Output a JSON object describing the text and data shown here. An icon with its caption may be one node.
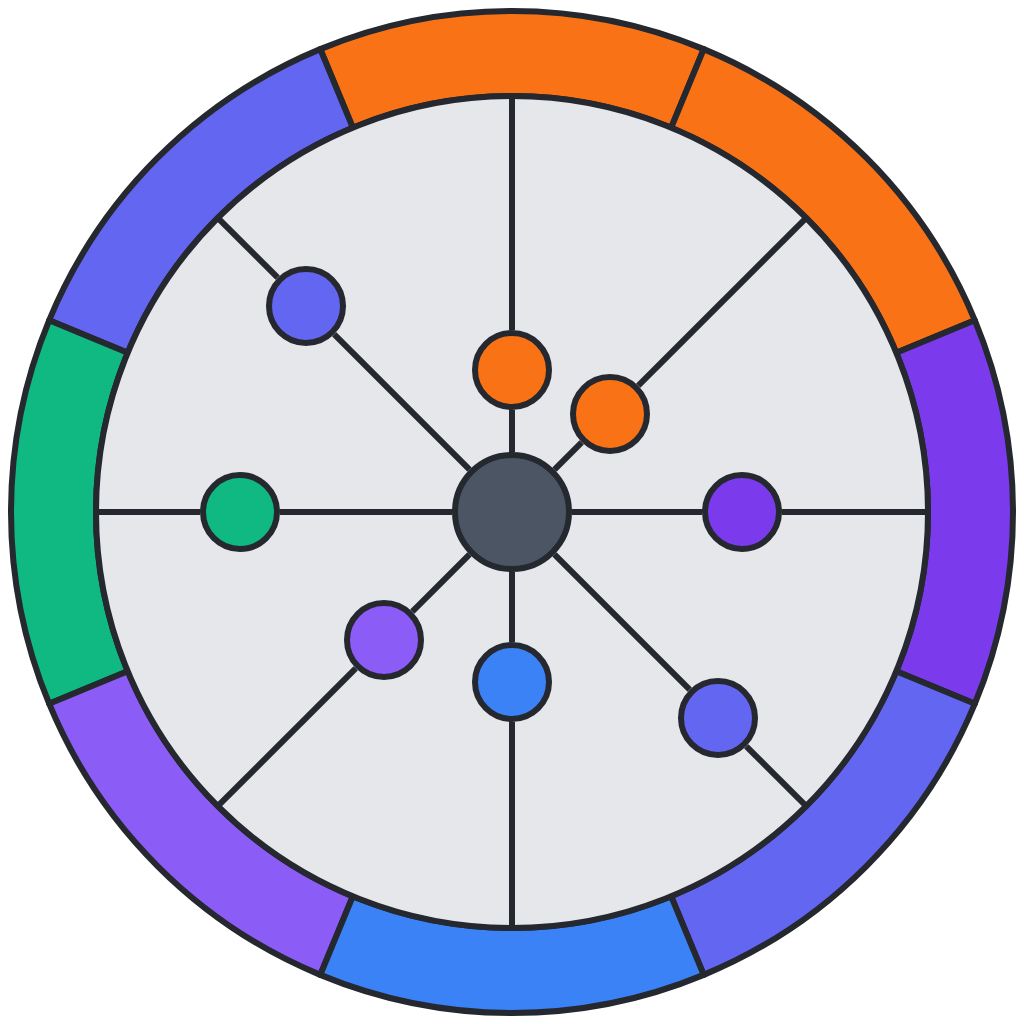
{
  "diagram": {
    "nodes": [
      {
        "text": [],
        "shape": "circle"
      },
      {
        "text": [],
        "shape": "circle"
      },
      {
        "text": [],
        "shape": "circle"
      },
      {
        "text": [],
        "shape": "circle"
      },
      {
        "text": [],
        "shape": "circle"
      },
      {
        "text": [],
        "shape": "circle"
      },
      {
        "text": [],
        "shape": "circle"
      },
      {
        "text": [],
        "shape": "circle"
      },
      {
        "text": [],
        "shape": "circle"
      },
      {
        "text": [],
        "shape": "band"
      },
      {
        "text": [],
        "shape": "band"
      },
      {
        "text": [],
        "shape": "band"
      },
      {
        "text": [],
        "shape": "band"
      },
      {
        "text": [],
        "shape": "band"
      },
      {
        "text": [],
        "shape": "band"
      },
      {
        "text": [],
        "shape": "band"
      },
      {
        "text": [],
        "shape": "band"
      }
    ],
    "edges": [
      {
        "from": 0,
        "to": 1,
        "arrow": "none"
      },
      {
        "from": 0,
        "to": 2,
        "arrow": "none"
      },
      {
        "from": 0,
        "to": 3,
        "arrow": "none"
      },
      {
        "from": 0,
        "to": 4,
        "arrow": "none"
      },
      {
        "from": 0,
        "to": 5,
        "arrow": "none"
      },
      {
        "from": 0,
        "to": 6,
        "arrow": "none"
      },
      {
        "from": 0,
        "to": 7,
        "arrow": "none"
      },
      {
        "from": 0,
        "to": 8,
        "arrow": "none"
      },
      {
        "from": 1,
        "to": 10,
        "arrow": "none"
      },
      {
        "from": 2,
        "to": 9,
        "arrow": "none"
      },
      {
        "from": 3,
        "to": 11,
        "arrow": "none"
      },
      {
        "from": 4,
        "to": 12,
        "arrow": "none"
      },
      {
        "from": 5,
        "to": 13,
        "arrow": "none"
      },
      {
        "from": 6,
        "to": 14,
        "arrow": "none"
      },
      {
        "from": 7,
        "to": 16,
        "arrow": "none"
      },
      {
        "from": 8,
        "to": 15,
        "arrow": "none"
      }
    ]
  }
}
